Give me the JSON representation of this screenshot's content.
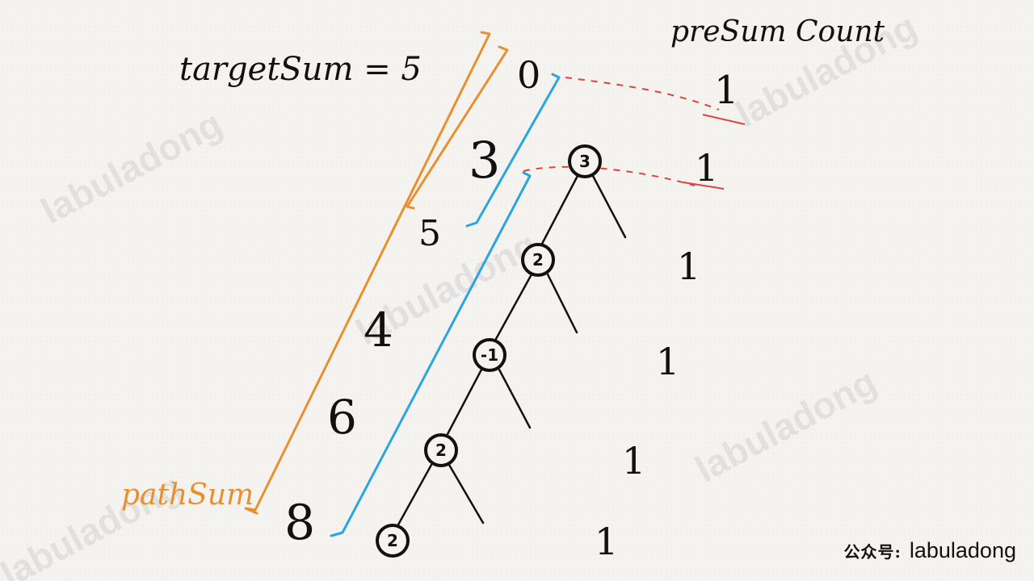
{
  "labels": {
    "target_sum": "targetSum = 5",
    "pre_sum_count_header": "preSum Count",
    "path_sum": "pathSum"
  },
  "tree": {
    "nodes": [
      "3",
      "2",
      "-1",
      "2",
      "2"
    ]
  },
  "prefix_sums": [
    "0",
    "3",
    "5",
    "4",
    "6",
    "8"
  ],
  "counts": [
    "1",
    "1",
    "1",
    "1",
    "1",
    "1"
  ],
  "watermark": "labuladong",
  "footer": {
    "prefix": "公众号:",
    "name": "labuladong"
  },
  "colors": {
    "ink": "#111111",
    "orange_bracket": "#e8902e",
    "blue_bracket": "#2aa5e0",
    "red_dashed": "#e0413a"
  }
}
